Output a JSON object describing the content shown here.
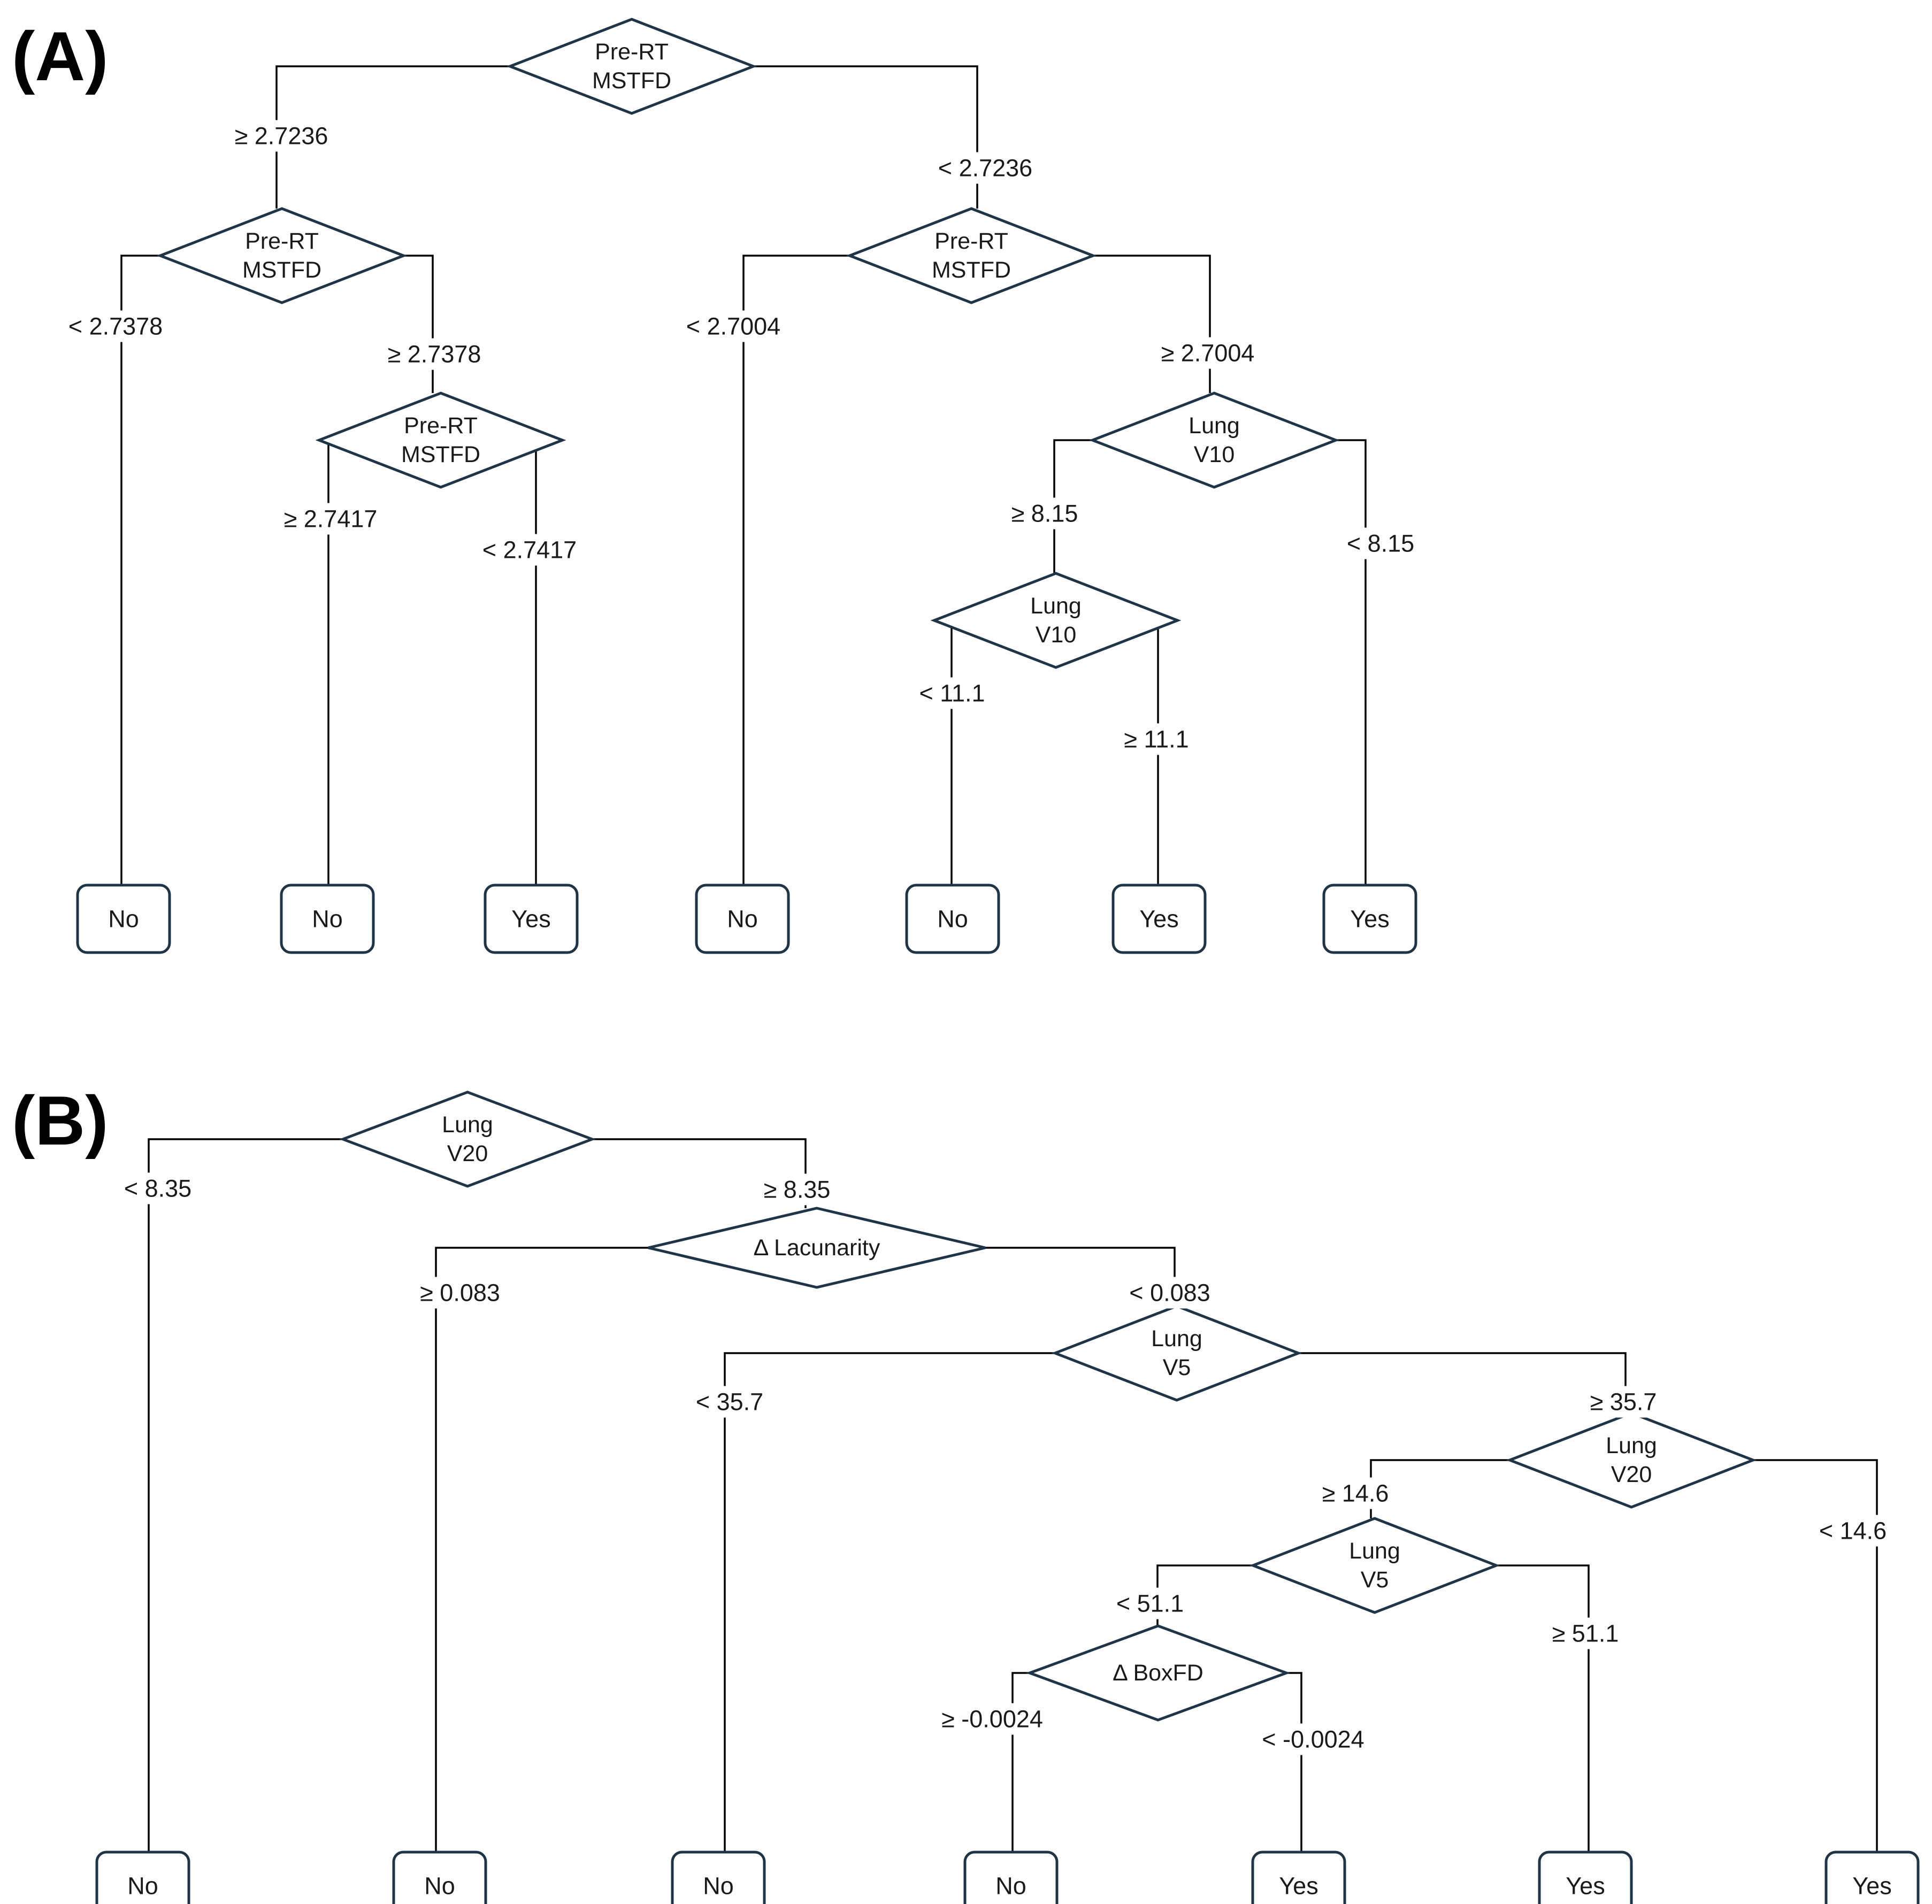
{
  "panels": [
    {
      "label": "(A)",
      "nodes": [
        {
          "id": "a1",
          "lines": [
            "Pre-RT",
            "MSTFD"
          ]
        },
        {
          "id": "a2",
          "lines": [
            "Pre-RT",
            "MSTFD"
          ]
        },
        {
          "id": "a3",
          "lines": [
            "Pre-RT",
            "MSTFD"
          ]
        },
        {
          "id": "a4",
          "lines": [
            "Pre-RT",
            "MSTFD"
          ]
        },
        {
          "id": "a5",
          "lines": [
            "Lung",
            "V10"
          ]
        },
        {
          "id": "a6",
          "lines": [
            "Lung",
            "V10"
          ]
        }
      ],
      "leaves": [
        {
          "id": "al1",
          "label": "No"
        },
        {
          "id": "al2",
          "label": "No"
        },
        {
          "id": "al3",
          "label": "Yes"
        },
        {
          "id": "al4",
          "label": "No"
        },
        {
          "id": "al5",
          "label": "No"
        },
        {
          "id": "al6",
          "label": "Yes"
        },
        {
          "id": "al7",
          "label": "Yes"
        }
      ],
      "edges": [
        {
          "from": "a1",
          "to": "a2",
          "condition": "≥ 2.7236"
        },
        {
          "from": "a1",
          "to": "a4",
          "condition": "< 2.7236"
        },
        {
          "from": "a2",
          "to": "al1",
          "condition": "< 2.7378"
        },
        {
          "from": "a2",
          "to": "a3",
          "condition": "≥ 2.7378"
        },
        {
          "from": "a3",
          "to": "al2",
          "condition": "≥ 2.7417"
        },
        {
          "from": "a3",
          "to": "al3",
          "condition": "< 2.7417"
        },
        {
          "from": "a4",
          "to": "al4",
          "condition": "< 2.7004"
        },
        {
          "from": "a4",
          "to": "a5",
          "condition": "≥ 2.7004"
        },
        {
          "from": "a5",
          "to": "a6",
          "condition": "≥ 8.15"
        },
        {
          "from": "a5",
          "to": "al7",
          "condition": "< 8.15"
        },
        {
          "from": "a6",
          "to": "al5",
          "condition": "< 11.1"
        },
        {
          "from": "a6",
          "to": "al6",
          "condition": "≥ 11.1"
        }
      ]
    },
    {
      "label": "(B)",
      "nodes": [
        {
          "id": "b1",
          "lines": [
            "Lung",
            "V20"
          ]
        },
        {
          "id": "b2",
          "lines": [
            "Δ Lacunarity"
          ]
        },
        {
          "id": "b3",
          "lines": [
            "Lung",
            "V5"
          ]
        },
        {
          "id": "b4",
          "lines": [
            "Lung",
            "V20"
          ]
        },
        {
          "id": "b5",
          "lines": [
            "Lung",
            "V5"
          ]
        },
        {
          "id": "b6",
          "lines": [
            "Δ BoxFD"
          ]
        }
      ],
      "leaves": [
        {
          "id": "bl1",
          "label": "No"
        },
        {
          "id": "bl2",
          "label": "No"
        },
        {
          "id": "bl3",
          "label": "No"
        },
        {
          "id": "bl4",
          "label": "No"
        },
        {
          "id": "bl5",
          "label": "Yes"
        },
        {
          "id": "bl6",
          "label": "Yes"
        },
        {
          "id": "bl7",
          "label": "Yes"
        }
      ],
      "edges": [
        {
          "from": "b1",
          "to": "bl1",
          "condition": "< 8.35"
        },
        {
          "from": "b1",
          "to": "b2",
          "condition": "≥ 8.35"
        },
        {
          "from": "b2",
          "to": "bl2",
          "condition": "≥ 0.083"
        },
        {
          "from": "b2",
          "to": "b3",
          "condition": "< 0.083"
        },
        {
          "from": "b3",
          "to": "bl3",
          "condition": "< 35.7"
        },
        {
          "from": "b3",
          "to": "b4",
          "condition": "≥ 35.7"
        },
        {
          "from": "b4",
          "to": "b5",
          "condition": "≥ 14.6"
        },
        {
          "from": "b4",
          "to": "bl7",
          "condition": "< 14.6"
        },
        {
          "from": "b5",
          "to": "b6",
          "condition": "< 51.1"
        },
        {
          "from": "b5",
          "to": "bl6",
          "condition": "≥ 51.1"
        },
        {
          "from": "b6",
          "to": "bl4",
          "condition": "≥ -0.0024"
        },
        {
          "from": "b6",
          "to": "bl5",
          "condition": "< -0.0024"
        }
      ]
    }
  ]
}
